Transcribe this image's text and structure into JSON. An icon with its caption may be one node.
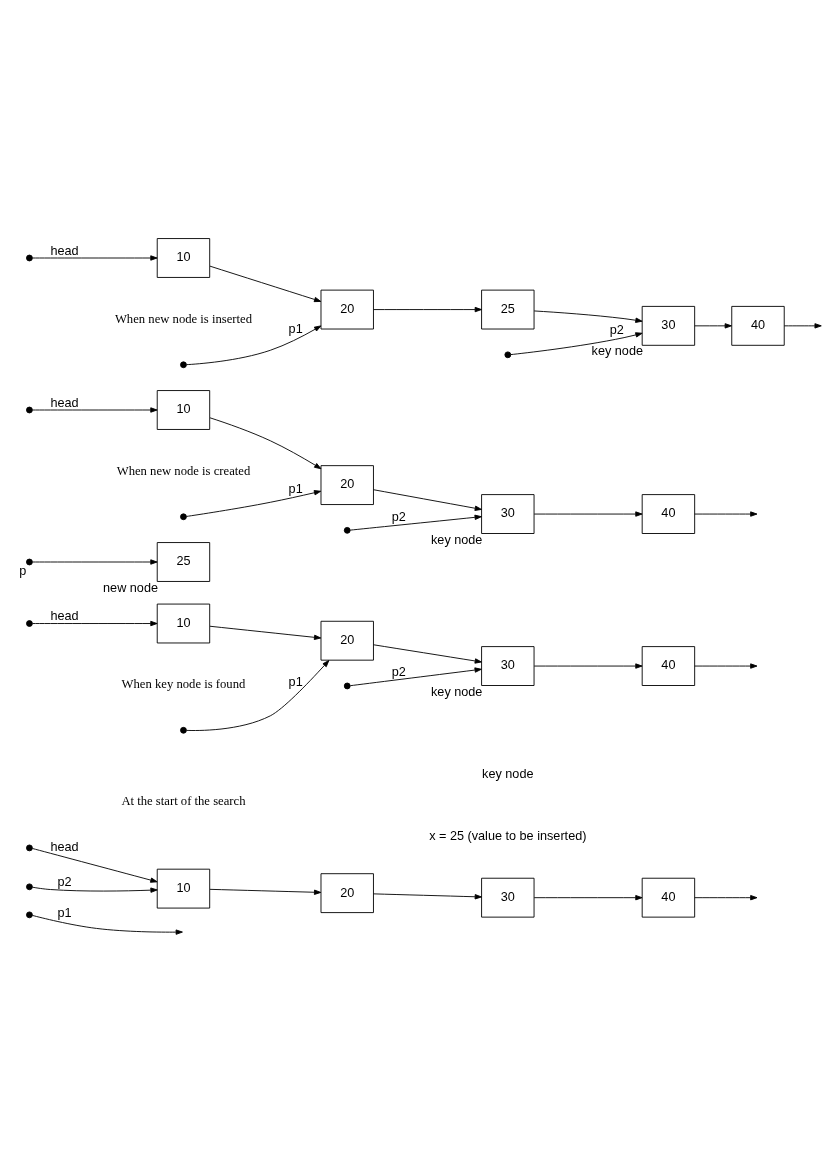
{
  "diagram": {
    "nodes": [
      {
        "text": [],
        "shape": "circle"
      },
      {
        "text": [
          "10"
        ]
      },
      {
        "text": [
          "20"
        ]
      },
      {
        "text": [
          "30"
        ]
      },
      {
        "text": [
          "40"
        ]
      },
      {
        "text": [],
        "shape": "circle"
      },
      {
        "text": [],
        "shape": "circle"
      },
      {
        "text": [],
        "shape": "circle"
      },
      {
        "text": [
          "10"
        ]
      },
      {
        "text": [
          "20"
        ]
      },
      {
        "text": [
          "30"
        ],
        "beside": [
          "key node"
        ]
      },
      {
        "text": [
          "40"
        ]
      },
      {
        "text": [],
        "shape": "circle"
      },
      {
        "text": [],
        "shape": "circle"
      },
      {
        "text": [],
        "shape": "circle"
      },
      {
        "text": [
          "10"
        ]
      },
      {
        "text": [
          "20"
        ]
      },
      {
        "text": [
          "30"
        ],
        "beside": [
          "key node"
        ]
      },
      {
        "text": [
          "40"
        ]
      },
      {
        "text": [],
        "shape": "circle"
      },
      {
        "text": [],
        "shape": "circle"
      },
      {
        "text": [],
        "shape": "circle",
        "beside": [
          "p"
        ]
      },
      {
        "text": [
          "25"
        ],
        "beside": [
          "new node"
        ]
      },
      {
        "text": [],
        "shape": "circle"
      },
      {
        "text": [
          "10"
        ]
      },
      {
        "text": [
          "20"
        ]
      },
      {
        "text": [
          "25"
        ]
      },
      {
        "text": [
          "30"
        ],
        "beside": [
          "key node"
        ]
      },
      {
        "text": [
          "40"
        ]
      },
      {
        "text": [],
        "shape": "circle"
      },
      {
        "text": [],
        "shape": "circle"
      }
    ],
    "edges": [
      {
        "from": 0,
        "to": 1,
        "arrow": "to",
        "label": "head"
      },
      {
        "from": 1,
        "to": 2,
        "arrow": "to"
      },
      {
        "from": 2,
        "to": 3,
        "arrow": "to"
      },
      {
        "from": 3,
        "to": 4,
        "arrow": "to"
      },
      {
        "from": 4,
        "to": null,
        "arrow": "to"
      },
      {
        "from": 5,
        "to": null,
        "arrow": "to",
        "label": "p1"
      },
      {
        "from": 6,
        "to": 1,
        "arrow": "to",
        "label": "p2"
      },
      {
        "from": 7,
        "to": 8,
        "arrow": "to",
        "label": "head"
      },
      {
        "from": 8,
        "to": 9,
        "arrow": "to"
      },
      {
        "from": 9,
        "to": 10,
        "arrow": "to"
      },
      {
        "from": 10,
        "to": 11,
        "arrow": "to"
      },
      {
        "from": 11,
        "to": null,
        "arrow": "to"
      },
      {
        "from": 12,
        "to": 9,
        "arrow": "to",
        "label": "p1"
      },
      {
        "from": 13,
        "to": 10,
        "arrow": "to",
        "label": "p2"
      },
      {
        "from": 14,
        "to": 15,
        "arrow": "to",
        "label": "head"
      },
      {
        "from": 15,
        "to": 16,
        "arrow": "to"
      },
      {
        "from": 16,
        "to": 17,
        "arrow": "to"
      },
      {
        "from": 17,
        "to": 18,
        "arrow": "to"
      },
      {
        "from": 18,
        "to": null,
        "arrow": "to"
      },
      {
        "from": 19,
        "to": 16,
        "arrow": "to",
        "label": "p1"
      },
      {
        "from": 20,
        "to": 17,
        "arrow": "to",
        "label": "p2"
      },
      {
        "from": 21,
        "to": 22,
        "arrow": "to"
      },
      {
        "from": 23,
        "to": 24,
        "arrow": "to",
        "label": "head"
      },
      {
        "from": 24,
        "to": 25,
        "arrow": "to"
      },
      {
        "from": 25,
        "to": 26,
        "arrow": "to"
      },
      {
        "from": 26,
        "to": 27,
        "arrow": "to"
      },
      {
        "from": 27,
        "to": 28,
        "arrow": "to"
      },
      {
        "from": 28,
        "to": null,
        "arrow": "to"
      },
      {
        "from": 29,
        "to": 25,
        "arrow": "to",
        "label": "p1"
      },
      {
        "from": 30,
        "to": 27,
        "arrow": "to",
        "label": "p2"
      }
    ],
    "labels": [
      "key node",
      "x = 25 (value to be inserted)",
      "At the start of the search",
      "When key node is found",
      "When new node is created",
      "When new node is inserted"
    ]
  }
}
